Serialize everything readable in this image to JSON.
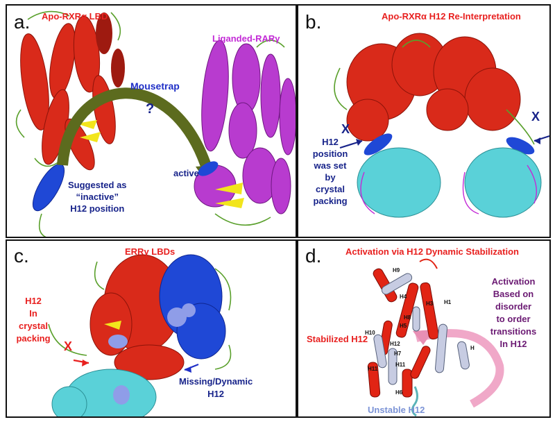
{
  "panels": {
    "a": {
      "letter": "a.",
      "title_left": "Apo-RXRα LBD",
      "title_right": "Liganded-RARγ",
      "mousetrap": "Mousetrap",
      "question": "?",
      "active": "active",
      "suggested": [
        "Suggested as",
        "“inactive”",
        "H12 position"
      ]
    },
    "b": {
      "letter": "b.",
      "title": "Apo-RXRα H12 Re-Interpretation",
      "x_left": "X",
      "x_right": "X",
      "note": [
        "H12",
        "position",
        "was set",
        "by",
        "crystal",
        "packing"
      ]
    },
    "c": {
      "letter": "c.",
      "title": "ERRγ LBDs",
      "x": "X",
      "left_note": [
        "H12",
        "In",
        "crystal",
        "packing"
      ],
      "right_note": [
        "Missing/Dynamic",
        "H12"
      ]
    },
    "d": {
      "letter": "d.",
      "title": "Activation via H12 Dynamic Stabilization",
      "stabilized": "Stabilized H12",
      "unstable": "Unstable H12",
      "right_note": [
        "Activation",
        "Based on",
        "disorder",
        "to order",
        "transitions",
        "In H12"
      ],
      "helix_labels": [
        "H9",
        "H4",
        "H3",
        "H1",
        "H8",
        "H5",
        "H10",
        "H12",
        "H7",
        "H11",
        "H11",
        "H6",
        "H"
      ]
    }
  },
  "colors": {
    "red": "#e8201f",
    "blue": "#1f2fc7",
    "navy": "#17238a",
    "magenta": "#c32ad6",
    "purple": "#6b1a73",
    "cyan": "#5ad1d8",
    "yellow": "#f2e51c",
    "green": "#5aa02c",
    "olive_arrow": "#5c6b1e"
  }
}
